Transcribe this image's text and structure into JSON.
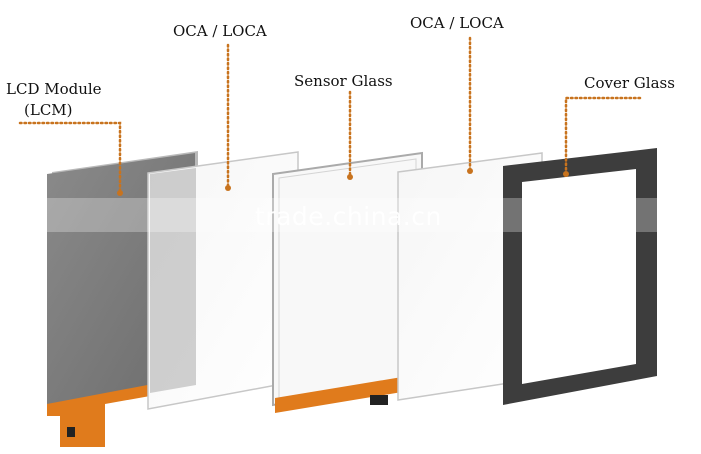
{
  "labels": {
    "lcd_line1": "LCD Module",
    "lcd_line2": "(LCM)",
    "oca_left": "OCA / LOCA",
    "sensor": "Sensor Glass",
    "oca_right": "OCA / LOCA",
    "cover": "Cover Glass"
  },
  "watermark": "trade.china.cn",
  "colors": {
    "lcd_panel": "#7b7b7b",
    "flex_cable": "#e07b1c",
    "leader_line": "#c8731e",
    "cover_frame": "#3d3d3d",
    "glass_edge": "#c7c7c7"
  }
}
